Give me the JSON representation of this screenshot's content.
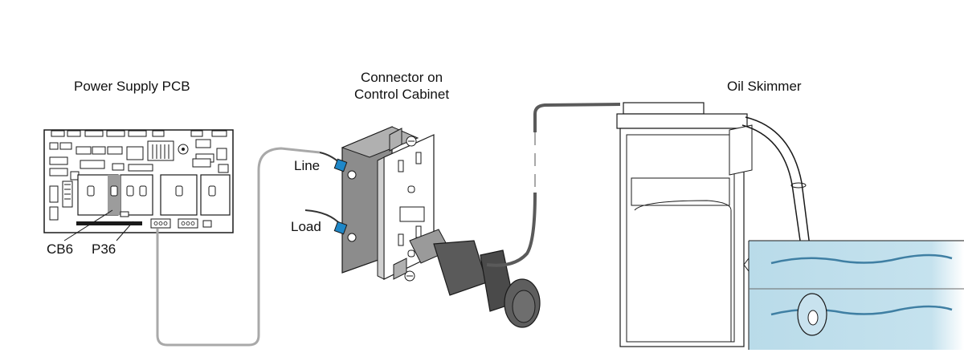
{
  "titles": {
    "pcb": "Power Supply PCB",
    "connector_line1": "Connector on",
    "connector_line2": "Control Cabinet",
    "skimmer": "Oil Skimmer"
  },
  "callouts": {
    "line": "Line",
    "load": "Load",
    "cb6": "CB6",
    "p36": "P36"
  },
  "colors": {
    "outline": "#1a1a1a",
    "cable": "#a9a9a9",
    "outlet_body": "#8c8c8c",
    "plug": "#5a5a5a",
    "connector_band": "#1e87c8",
    "oil_tank": "#b9dbe9",
    "oil_wave": "#3f7fa3"
  }
}
